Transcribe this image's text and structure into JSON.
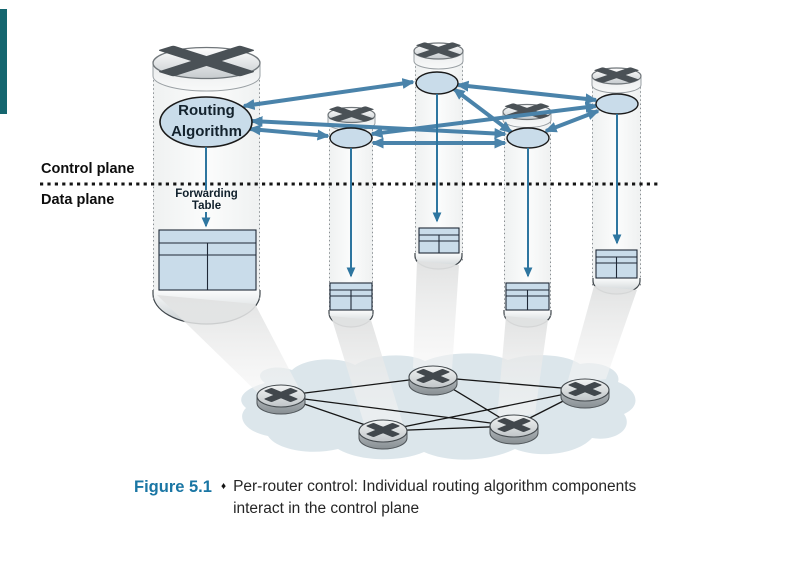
{
  "planes": {
    "control": "Control plane",
    "data": "Data plane"
  },
  "big_router": {
    "routing_algorithm_line1": "Routing",
    "routing_algorithm_line2": "Algorithm",
    "forwarding_table_line1": "Forwarding",
    "forwarding_table_line2": "Table"
  },
  "caption": {
    "figure_label": "Figure 5.1",
    "separator": "♦",
    "text": "Per-router control: Individual routing algorithm components interact in the control plane"
  },
  "colors": {
    "arrow_blue": "#4a83aa",
    "vertical_line_blue": "#2e76a0",
    "node_fill": "#c9dcea",
    "table_fill": "#c9dcea",
    "cloud_fill": "#dce6eb",
    "figure_label_blue": "#1a76a4",
    "edge_tab_teal": "#15666f"
  },
  "icons": {
    "router_top": "router-x-icon"
  }
}
